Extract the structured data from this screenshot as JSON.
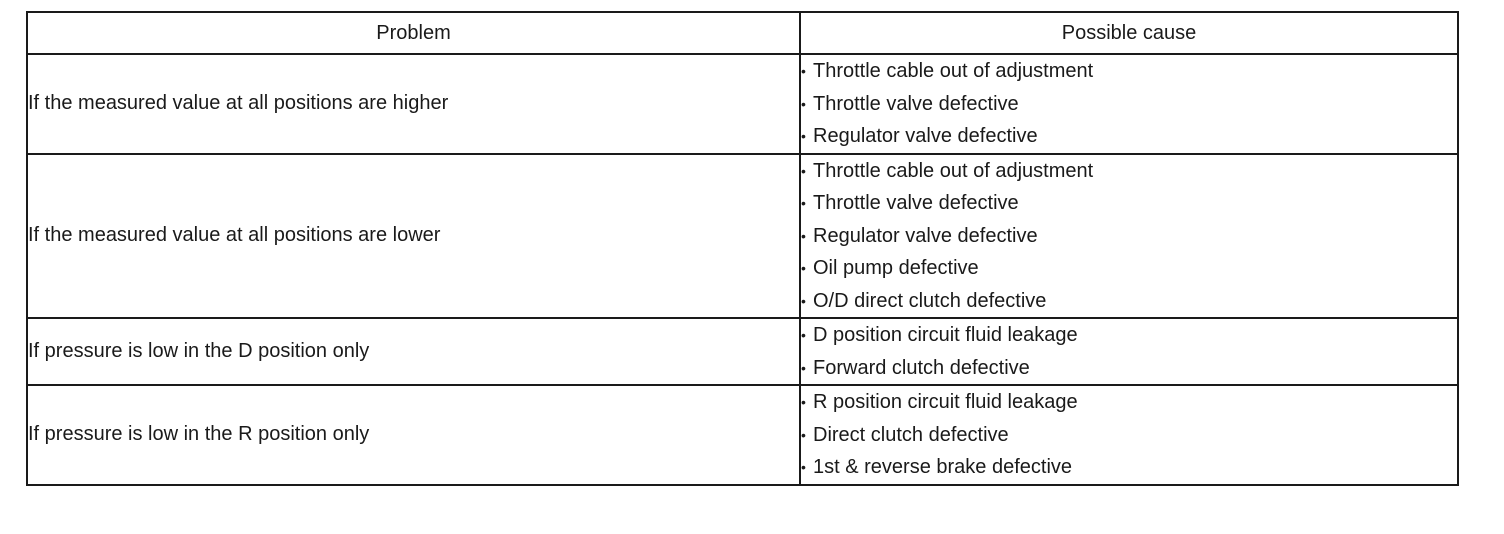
{
  "table": {
    "headers": {
      "problem": "Problem",
      "cause": "Possible cause"
    },
    "bullet": "•",
    "rows": [
      {
        "problem": "If the measured value at all positions are higher",
        "causes": [
          "Throttle cable out of adjustment",
          "Throttle valve defective",
          "Regulator valve defective"
        ]
      },
      {
        "problem": "If the measured value at all positions are lower",
        "causes": [
          "Throttle cable out of adjustment",
          "Throttle valve defective",
          "Regulator valve defective",
          "Oil pump defective",
          "O/D direct clutch defective"
        ]
      },
      {
        "problem": "If pressure is low in the D position only",
        "causes": [
          "D position circuit fluid leakage",
          "Forward clutch defective"
        ]
      },
      {
        "problem": "If pressure is low in the R position only",
        "causes": [
          "R position circuit fluid leakage",
          "Direct clutch defective",
          "1st & reverse brake defective"
        ]
      }
    ]
  }
}
